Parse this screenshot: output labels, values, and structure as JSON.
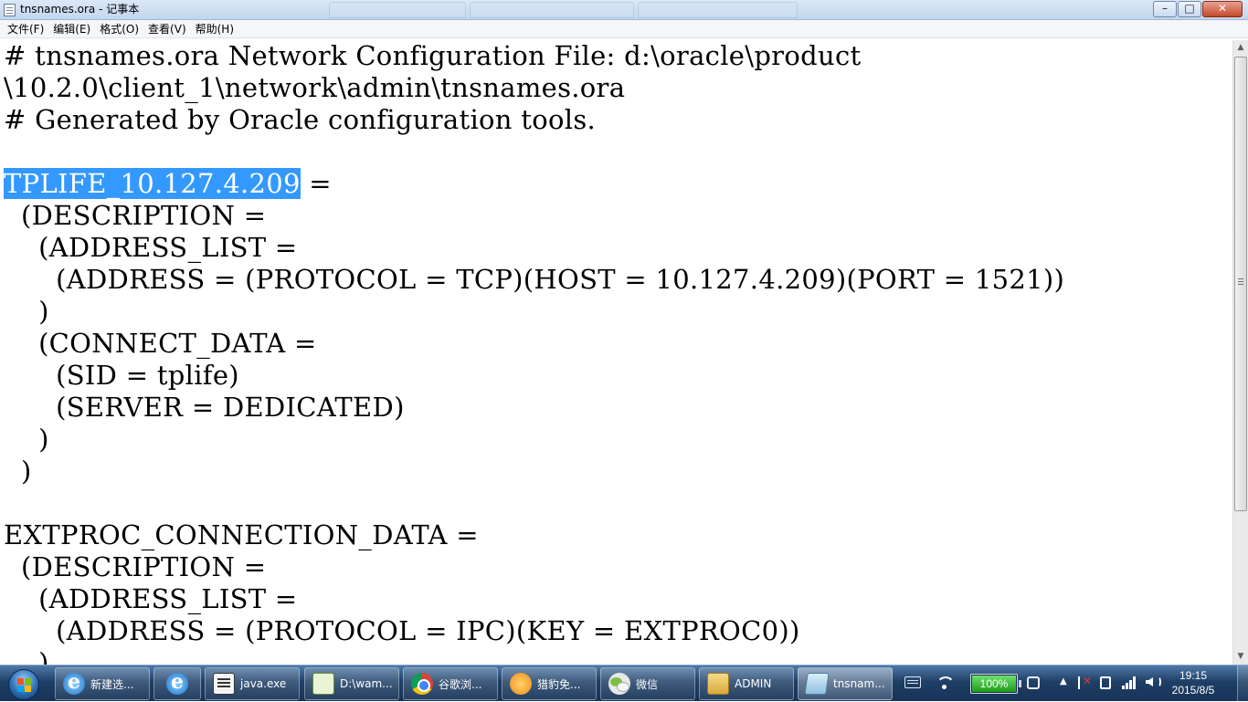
{
  "window": {
    "title": "tnsnames.ora - 记事本",
    "background_tabs": [
      "",
      "",
      ""
    ],
    "controls": {
      "minimize": "–",
      "maximize": "□",
      "close": "✕"
    }
  },
  "menu": [
    "文件(F)",
    "编辑(E)",
    "格式(O)",
    "查看(V)",
    "帮助(H)"
  ],
  "editor": {
    "selected_text": "TPLIFE_10.127.4.209",
    "lines": [
      "# tnsnames.ora Network Configuration File: d:\\oracle\\product",
      "\\10.2.0\\client_1\\network\\admin\\tnsnames.ora",
      "# Generated by Oracle configuration tools.",
      "",
      " =",
      "  (DESCRIPTION =",
      "    (ADDRESS_LIST =",
      "      (ADDRESS = (PROTOCOL = TCP)(HOST = 10.127.4.209)(PORT = 1521))",
      "    )",
      "    (CONNECT_DATA =",
      "      (SID = tplife)",
      "      (SERVER = DEDICATED)",
      "    )",
      "  )",
      "",
      "EXTPROC_CONNECTION_DATA =",
      "  (DESCRIPTION =",
      "    (ADDRESS_LIST =",
      "      (ADDRESS = (PROTOCOL = IPC)(KEY = EXTPROC0))",
      "    )"
    ]
  },
  "scrollbar": {
    "up_arrow": "▲",
    "down_arrow": "▼"
  },
  "taskbar": {
    "items": [
      {
        "label": "新建选...",
        "icon": "ie-icon"
      },
      {
        "label": "",
        "icon": "ie-icon"
      },
      {
        "label": "java.exe",
        "icon": "console-icon"
      },
      {
        "label": "D:\\wam...",
        "icon": "notepadpp-icon"
      },
      {
        "label": "谷歌浏...",
        "icon": "chrome-icon"
      },
      {
        "label": "猎豹免...",
        "icon": "wifi-share-icon"
      },
      {
        "label": "微信",
        "icon": "wechat-icon"
      },
      {
        "label": "ADMIN",
        "icon": "folder-icon"
      },
      {
        "label": "tnsnam...",
        "icon": "notepad-icon"
      }
    ],
    "tray": {
      "battery_label": "100%",
      "battery_level": 1.0,
      "show_hidden": "▲",
      "time": "19:15",
      "date": "2015/8/5"
    }
  },
  "colors": {
    "selection": "#3399ff",
    "taskbar": "#1f3f66",
    "titlebar": "#c3d6ee"
  }
}
